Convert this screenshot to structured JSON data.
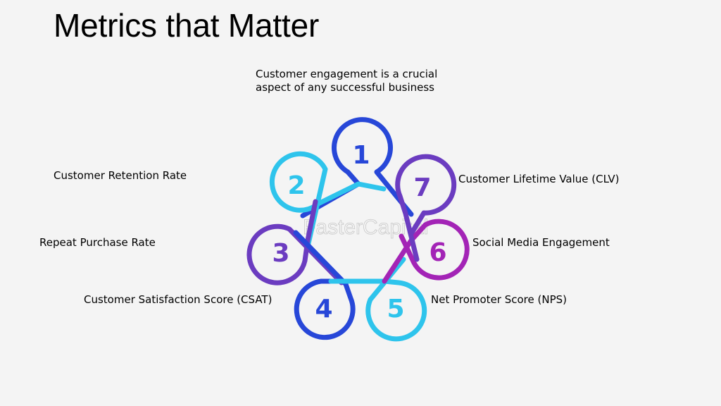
{
  "title": "Metrics that Matter",
  "intro": "Customer engagement is a crucial aspect of any successful business",
  "watermark": "FasterCapital",
  "colors": {
    "background": "#f4f4f4",
    "cyan": "#2ec4ec",
    "blue": "#2747d8",
    "purple": "#6b3cc0",
    "magenta": "#a324b6"
  },
  "metrics": [
    "Customer Retention Rate",
    "Repeat Purchase Rate",
    "Customer Satisfaction Score (CSAT)",
    "Net Promoter Score (NPS)",
    "Social Media Engagement",
    "Customer Lifetime Value (CLV)"
  ],
  "nodes": [
    {
      "number": "1",
      "color": "#2747d8"
    },
    {
      "number": "2",
      "color": "#2ec4ec"
    },
    {
      "number": "3",
      "color": "#6b3cc0"
    },
    {
      "number": "4",
      "color": "#2747d8"
    },
    {
      "number": "5",
      "color": "#2ec4ec"
    },
    {
      "number": "6",
      "color": "#a324b6"
    },
    {
      "number": "7",
      "color": "#6b3cc0"
    }
  ]
}
